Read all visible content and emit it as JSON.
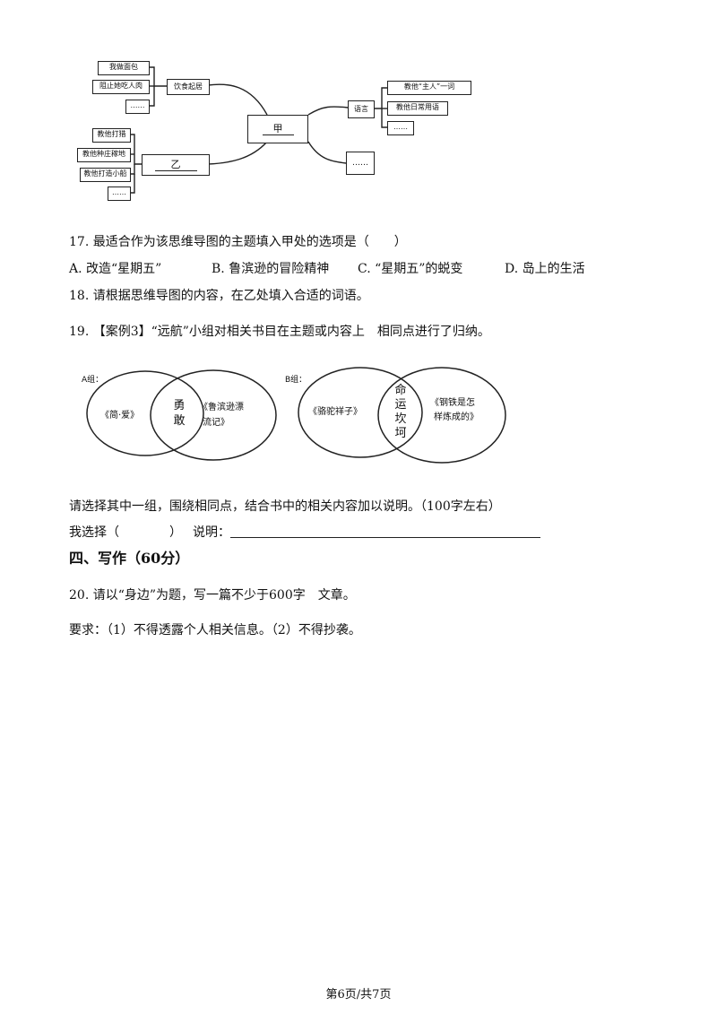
{
  "mindmap": {
    "center_label": "甲",
    "left_top_node": "饮食起居",
    "left_top_children": [
      "我做面包",
      "阻止她吃人肉",
      "……"
    ],
    "left_bottom_node": "乙",
    "left_bottom_children": [
      "教他打猎",
      "教他种庄稼地",
      "教他打造小船",
      "……"
    ],
    "right_top_node": "语言",
    "right_top_children": [
      "教他“主人”一词",
      "教他日常用语",
      "……"
    ],
    "right_bottom_node": "……"
  },
  "q17": {
    "stem": "17. 最适合作为该思维导图的主题填入甲处的选项是（　　）",
    "options": [
      "A. 改造“星期五”",
      "B. 鲁滨逊的冒险精神",
      "C. “星期五”的蜕变",
      "D. 岛上的生活"
    ]
  },
  "q18": {
    "stem": "18. 请根据思维导图的内容，在乙处填入合适的词语。"
  },
  "q19": {
    "stem": "19. 【案例3】“远航”小组对相关书目在主题或内容上　相同点进行了归纳。",
    "venn_a": {
      "label": "A组：",
      "left": "《简·爱》",
      "middle": [
        "勇",
        "敢"
      ],
      "right": [
        "《鲁滨逊漂",
        "流记》"
      ]
    },
    "venn_b": {
      "label": "B组：",
      "left": "《骆驼祥子》",
      "middle": [
        "命",
        "运",
        "坎",
        "坷"
      ],
      "right": [
        "《钢铁是怎",
        "样炼成的》"
      ]
    },
    "instruction": "请选择其中一组，围绕相同点，结合书中的相关内容加以说明。（100字左右）",
    "choose_label": "我选择（　　　　）",
    "explain_label": "说明："
  },
  "section4": {
    "heading": "四、写作（60分）"
  },
  "q20": {
    "stem": "20. 请以“身边”为题，写一篇不少于600字　文章。",
    "requirements": "要求：（1）不得透露个人相关信息。（2）不得抄袭。"
  },
  "footer": {
    "page": "第6页/共7页"
  }
}
